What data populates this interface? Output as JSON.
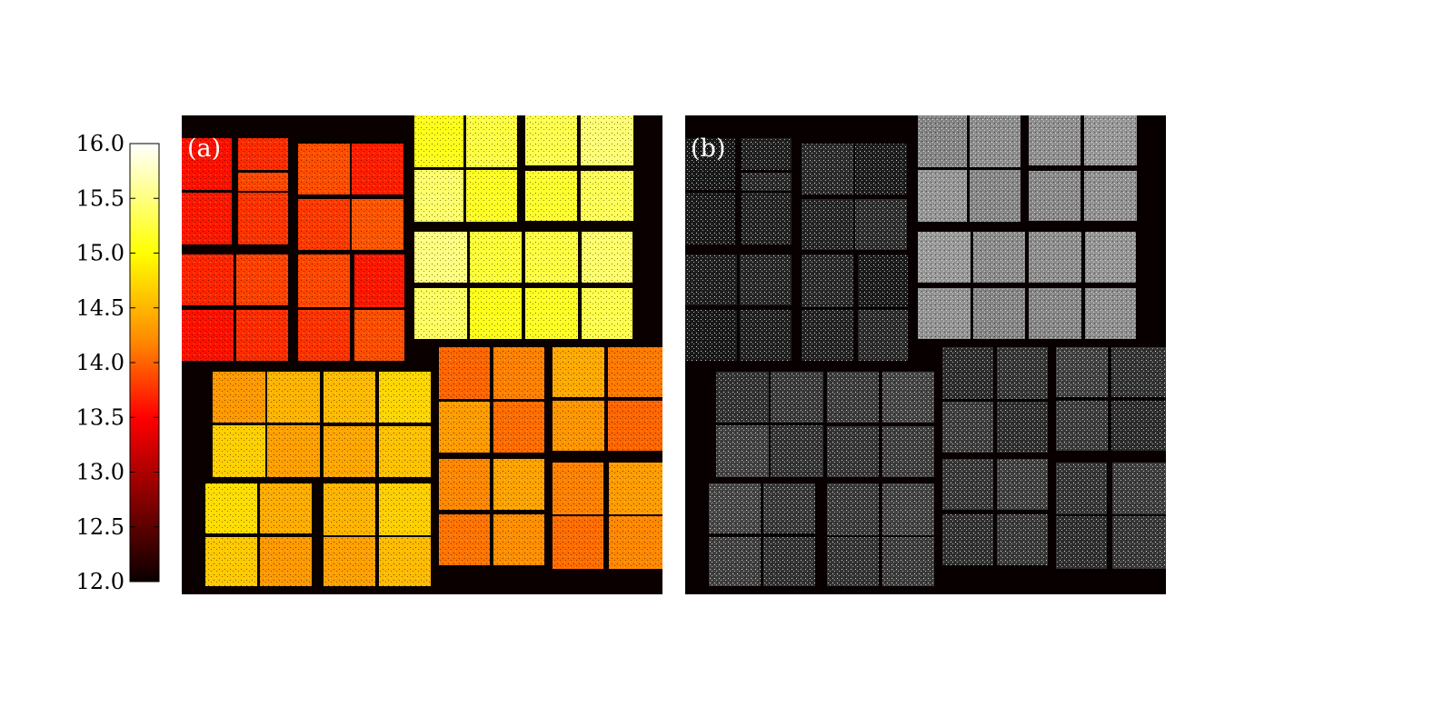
{
  "chart_data": {
    "type": "heatmap",
    "title": "",
    "xlabel": "",
    "ylabel": "",
    "colormap": "hot",
    "colorbar": {
      "range": [
        12.0,
        16.0
      ],
      "ticks": [
        "16.0",
        "15.5",
        "15.0",
        "14.5",
        "14.0",
        "13.5",
        "13.0",
        "12.5",
        "12.0"
      ],
      "tick_values": [
        16.0,
        15.5,
        15.0,
        14.5,
        14.0,
        13.5,
        13.0,
        12.5,
        12.0
      ]
    },
    "panels": [
      {
        "label": "(a)",
        "colormap": "hot",
        "background": "#0b0000"
      },
      {
        "label": "(b)",
        "colormap": "gray",
        "background": "#080000"
      }
    ],
    "module_levels": [
      {
        "module": "upper-left group",
        "a": 13.8,
        "b": 12.5
      },
      {
        "module": "upper-right group",
        "a": 15.3,
        "b": 14.6
      },
      {
        "module": "lower-left group",
        "a": 14.6,
        "b": 13.0
      },
      {
        "module": "lower-right group",
        "a": 14.3,
        "b": 12.9
      }
    ],
    "legend": "left"
  },
  "colors": {
    "axes_background": "#0b0000",
    "hot_low": "#0b0000",
    "hot_mid": "#ff2a00",
    "hot_high": "#ffffff"
  }
}
